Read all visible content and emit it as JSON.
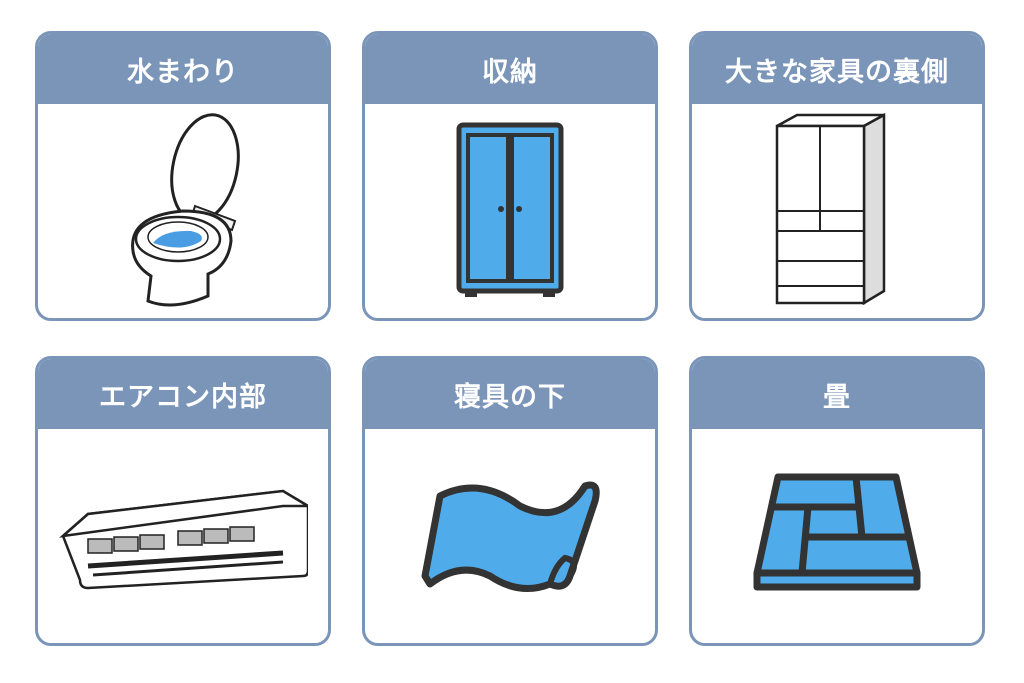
{
  "cards": [
    {
      "title": "水まわり",
      "icon": "toilet-icon"
    },
    {
      "title": "収納",
      "icon": "wardrobe-icon"
    },
    {
      "title": "大きな家具の裏側",
      "icon": "refrigerator-icon"
    },
    {
      "title": "エアコン内部",
      "icon": "air-conditioner-icon"
    },
    {
      "title": "寝具の下",
      "icon": "futon-icon"
    },
    {
      "title": "畳",
      "icon": "tatami-icon"
    }
  ],
  "colors": {
    "header": "#7b95b9",
    "accent": "#4fabea",
    "outline": "#333333"
  }
}
